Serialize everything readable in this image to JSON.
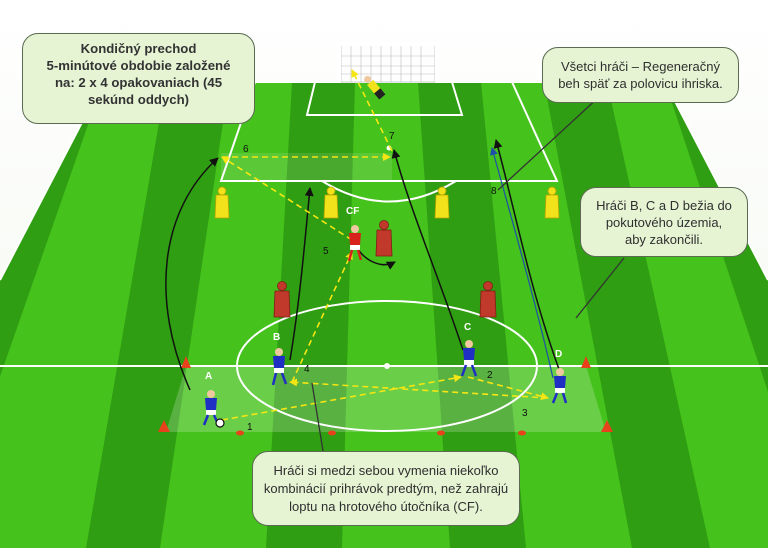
{
  "callouts": {
    "top_left": {
      "line1": "Kondičný prechod",
      "line2": "5-minútové obdobie založené",
      "line3": "na: 2 x 4 opakovaniach (45",
      "line4": "sekúnd oddych)"
    },
    "top_right": {
      "line1": "Všetci hráči – Regeneračný",
      "line2": "beh späť za polovicu ihriska."
    },
    "right": {
      "line1": "Hráči B, C a D bežia do",
      "line2": "pokutového územia,",
      "line3": "aby zakončili."
    },
    "bottom": {
      "line1": "Hráči si medzi sebou vymenia niekoľko",
      "line2": "kombinácií prihrávok predtým, než zahrajú",
      "line3": "loptu na hrotového útočníka (CF)."
    }
  },
  "players": {
    "a": "A",
    "b": "B",
    "c": "C",
    "d": "D",
    "cf": "CF"
  },
  "steps": [
    "1",
    "2",
    "3",
    "4",
    "5",
    "6",
    "7",
    "8"
  ],
  "colors": {
    "grass_dark": "#2f9e12",
    "grass_light": "#45c21c",
    "team_blue": "#1f2fc4",
    "team_red": "#d8231c",
    "mannequin_yellow": "#f2e21c",
    "mannequin_red": "#c0392b",
    "pass_arrow": "#f5e614",
    "run_arrow": "#111111",
    "cone": "#e8421c",
    "callout_bg": "#e6f4d4"
  }
}
